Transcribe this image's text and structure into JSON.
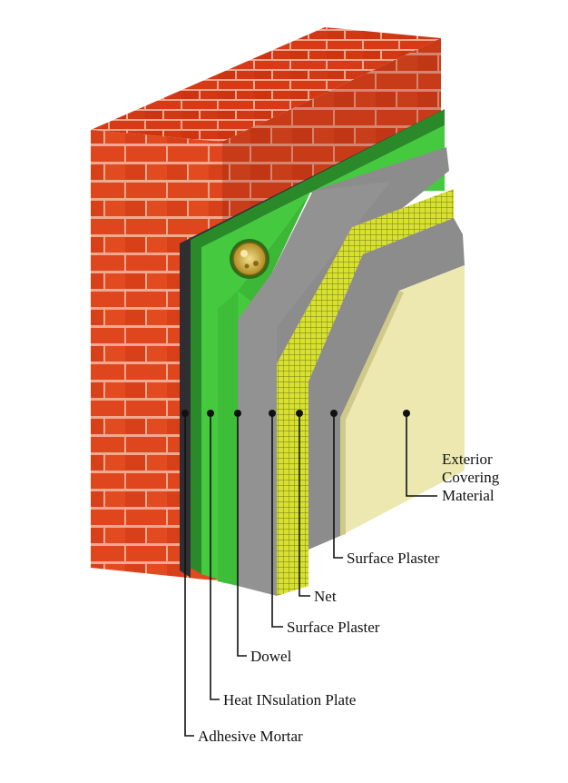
{
  "labels": {
    "exterior_line1": "Exterior",
    "exterior_line2": "Covering",
    "exterior_line3": "Material",
    "surface_plaster_outer": "Surface Plaster",
    "net": "Net",
    "surface_plaster_inner": "Surface Plaster",
    "dowel": "Dowel",
    "heat_insulation_plate": "Heat INsulation Plate",
    "adhesive_mortar": "Adhesive Mortar"
  },
  "colors": {
    "brick": "#e0461e",
    "brick_shadow": "#a8280c",
    "mortar_joint": "#f0a890",
    "adhesive": "#2f2f33",
    "insulation": "#44c93f",
    "insulation_dark": "#2a8a2a",
    "plaster": "#8c8c8c",
    "net": "#d8e030",
    "exterior_finish": "#ece8b0",
    "dowel": "#c9a83a"
  }
}
